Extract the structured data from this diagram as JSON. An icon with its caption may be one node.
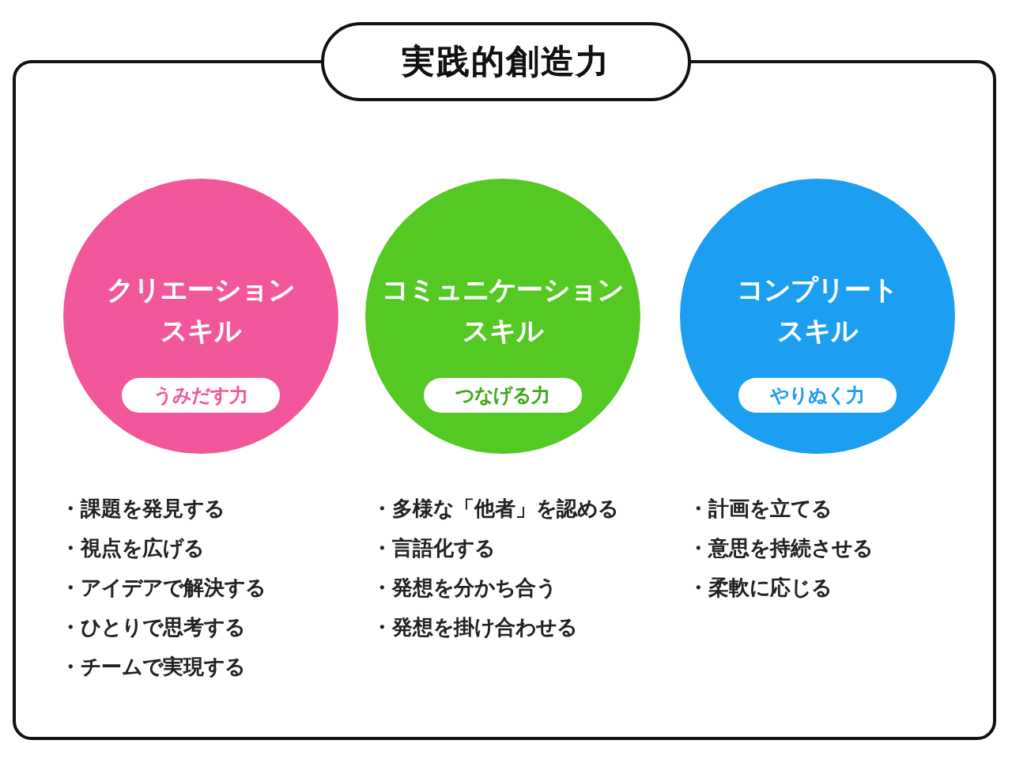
{
  "diagram": {
    "title": "実践的創造力",
    "nodes": [
      {
        "text": [
          "クリエーションスキル"
        ]
      },
      {
        "text": [
          "うみだす力"
        ],
        "in": 0
      },
      {
        "text": [
          "コミュニケーションスキル"
        ]
      },
      {
        "text": [
          "つなげる力"
        ],
        "in": 2
      },
      {
        "text": [
          "コンプリートスキル"
        ]
      },
      {
        "text": [
          "やりぬく力"
        ],
        "in": 4
      }
    ],
    "labels": [
      "・課題を発見する",
      "・視点を広げる",
      "・アイデアで解決する",
      "・ひとりで思考する",
      "・チームで実現する",
      "・多様な「他者」を認める",
      "・言語化する",
      "・発想を分かち合う",
      "・発想を掛け合わせる",
      "・計画を立てる",
      "・意思を持続させる",
      "・柔軟に応じる"
    ]
  }
}
